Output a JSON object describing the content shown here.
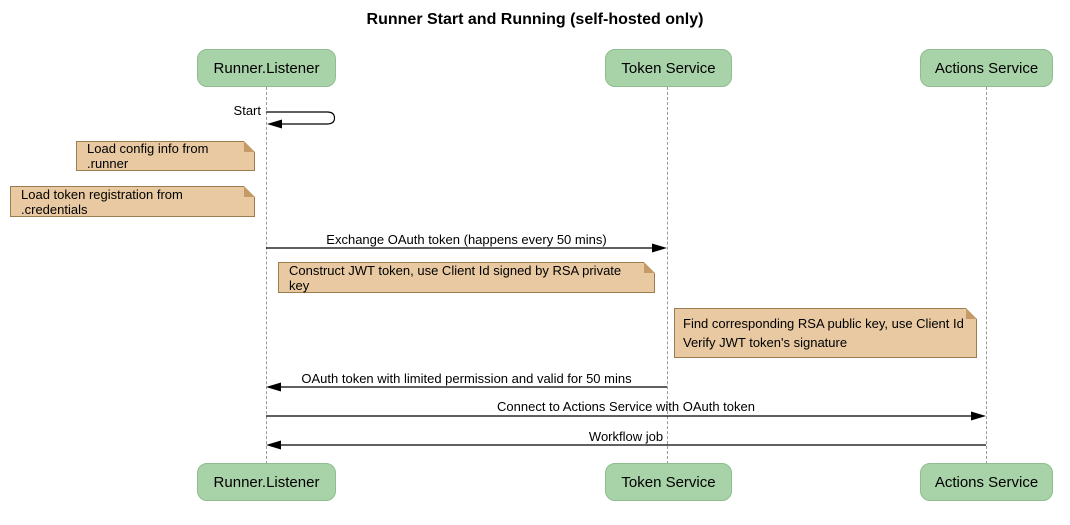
{
  "diagram": {
    "type": "sequence-diagram",
    "title": "Runner Start and Running (self-hosted only)",
    "participants": [
      {
        "id": "runner-listener",
        "label": "Runner.Listener"
      },
      {
        "id": "token-service",
        "label": "Token Service"
      },
      {
        "id": "actions-service",
        "label": "Actions Service"
      }
    ],
    "messages": [
      {
        "label": "Start",
        "from": "runner-listener",
        "to": "runner-listener",
        "type": "self"
      },
      {
        "label": "Exchange OAuth token (happens every 50 mins)",
        "from": "runner-listener",
        "to": "token-service",
        "type": "solid-arrow"
      },
      {
        "label": "OAuth token with limited permission and valid for 50 mins",
        "from": "token-service",
        "to": "runner-listener",
        "type": "solid-arrow"
      },
      {
        "label": "Connect to Actions Service with OAuth token",
        "from": "runner-listener",
        "to": "actions-service",
        "type": "solid-arrow"
      },
      {
        "label": "Workflow job",
        "from": "actions-service",
        "to": "runner-listener",
        "type": "solid-arrow"
      }
    ],
    "notes": [
      {
        "text": "Load config info from .runner",
        "position": "left of runner-listener"
      },
      {
        "text": "Load token registration from .credentials",
        "position": "left of runner-listener"
      },
      {
        "text": "Construct JWT token, use Client Id signed by RSA private key",
        "position": "between runner-listener and token-service"
      },
      {
        "text": "Find corresponding RSA public key, use Client Id\nVerify JWT token's signature",
        "position": "between token-service and actions-service"
      }
    ],
    "colors": {
      "participant_fill": "#a8d2a8",
      "participant_border": "#8fbd8f",
      "note_fill": "#e8c9a2",
      "note_border": "#9c7e4e",
      "lifeline": "#999999",
      "message_line": "#000000",
      "background": "#ffffff"
    }
  }
}
